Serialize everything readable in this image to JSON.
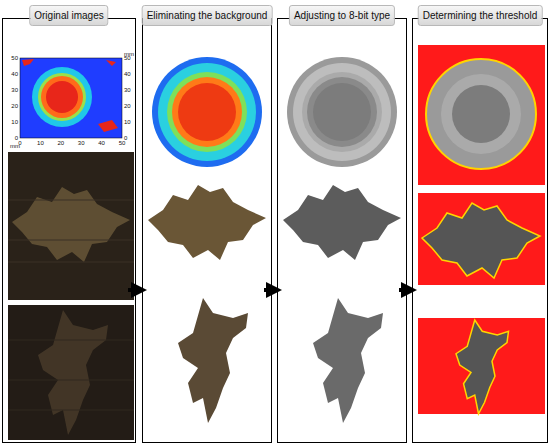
{
  "diagram": {
    "nodes": [
      {
        "text": [
          "Original images"
        ]
      },
      {
        "text": [
          "Eliminating the background"
        ]
      },
      {
        "text": [
          "Adjusting to 8-bit type"
        ]
      },
      {
        "text": [
          "Determining the threshold"
        ]
      }
    ],
    "edges": [
      {
        "from": 0,
        "to": 1,
        "arrow": "to"
      },
      {
        "from": 1,
        "to": 2,
        "arrow": "to"
      },
      {
        "from": 2,
        "to": 3,
        "arrow": "to"
      }
    ],
    "labels": [
      "50",
      "40",
      "30",
      "20",
      "10",
      "0",
      "0",
      "10",
      "20",
      "30",
      "40",
      "50",
      "50",
      "40",
      "30",
      "20",
      "10",
      "0",
      "mm",
      "mm"
    ]
  }
}
